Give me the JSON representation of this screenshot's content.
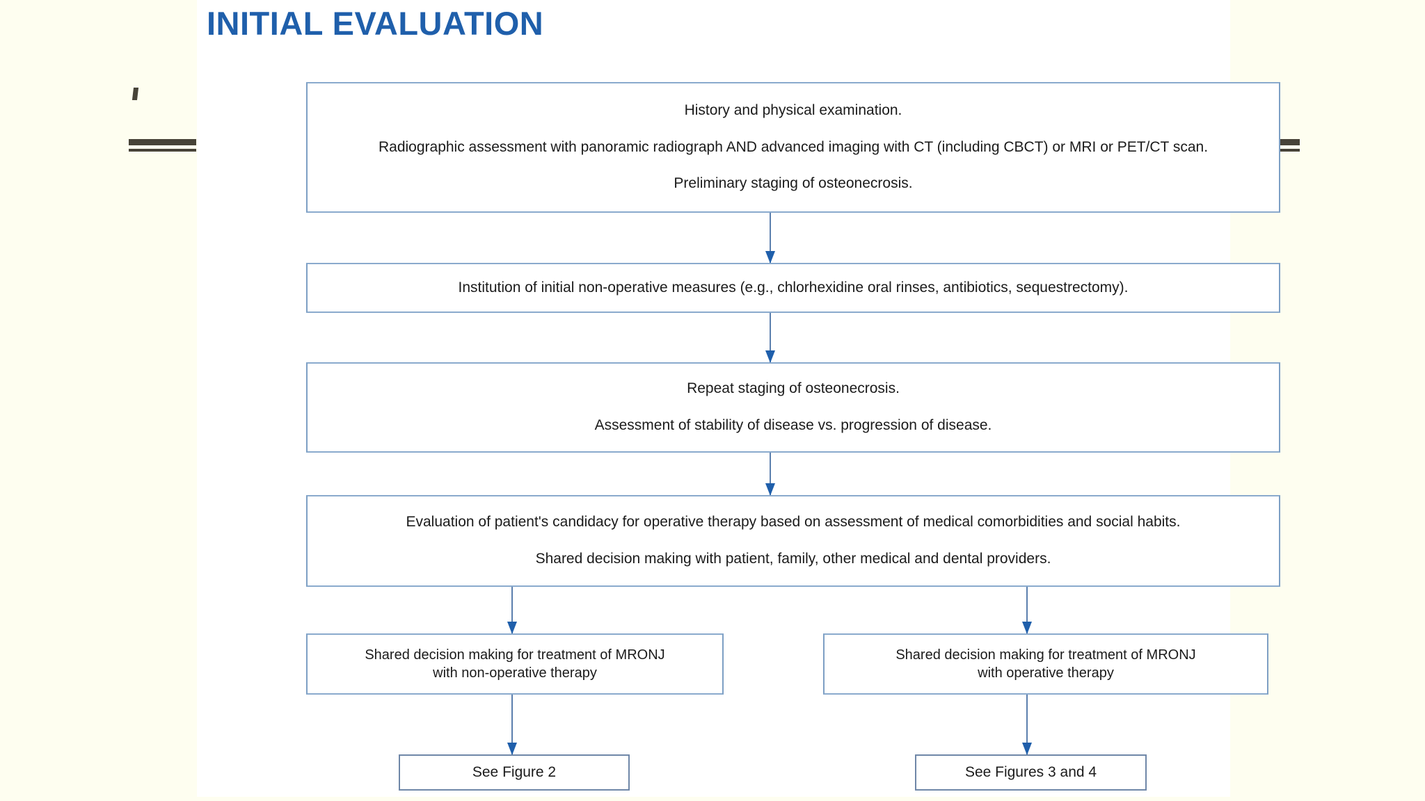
{
  "slide": {
    "title": "INITIAL EVALUATION",
    "accent_color": "#1f5fab",
    "box_border_color": "#7d9fc4",
    "arrow_color": "#1f5fab",
    "background_color": "#fefef0",
    "panel_color": "#ffffff",
    "rule_color": "#474338"
  },
  "flowchart": {
    "type": "flowchart",
    "boxes": {
      "initial": {
        "lines": [
          "History and physical examination.",
          "Radiographic assessment with panoramic radiograph AND advanced imaging with CT (including CBCT) or MRI or PET/CT scan.",
          "Preliminary staging of osteonecrosis."
        ]
      },
      "nonoperative_measures": {
        "lines": [
          "Institution of initial non-operative measures (e.g., chlorhexidine oral rinses, antibiotics, sequestrectomy)."
        ]
      },
      "restaging": {
        "lines": [
          "Repeat staging of osteonecrosis.",
          "Assessment of stability of disease vs. progression of disease."
        ]
      },
      "candidacy": {
        "lines": [
          "Evaluation of patient's candidacy for operative therapy based on assessment of medical comorbidities and social habits.",
          "Shared decision making with patient, family, other medical and dental providers."
        ]
      },
      "branch_nonoperative": {
        "lines": [
          "Shared decision making for treatment of MRONJ",
          "with non-operative therapy"
        ]
      },
      "branch_operative": {
        "lines": [
          "Shared decision making for treatment of MRONJ",
          "with operative therapy"
        ]
      },
      "figure_reference_left": {
        "lines": [
          "See Figure 2"
        ]
      },
      "figure_reference_right": {
        "lines": [
          "See Figures 3 and 4"
        ]
      }
    }
  }
}
